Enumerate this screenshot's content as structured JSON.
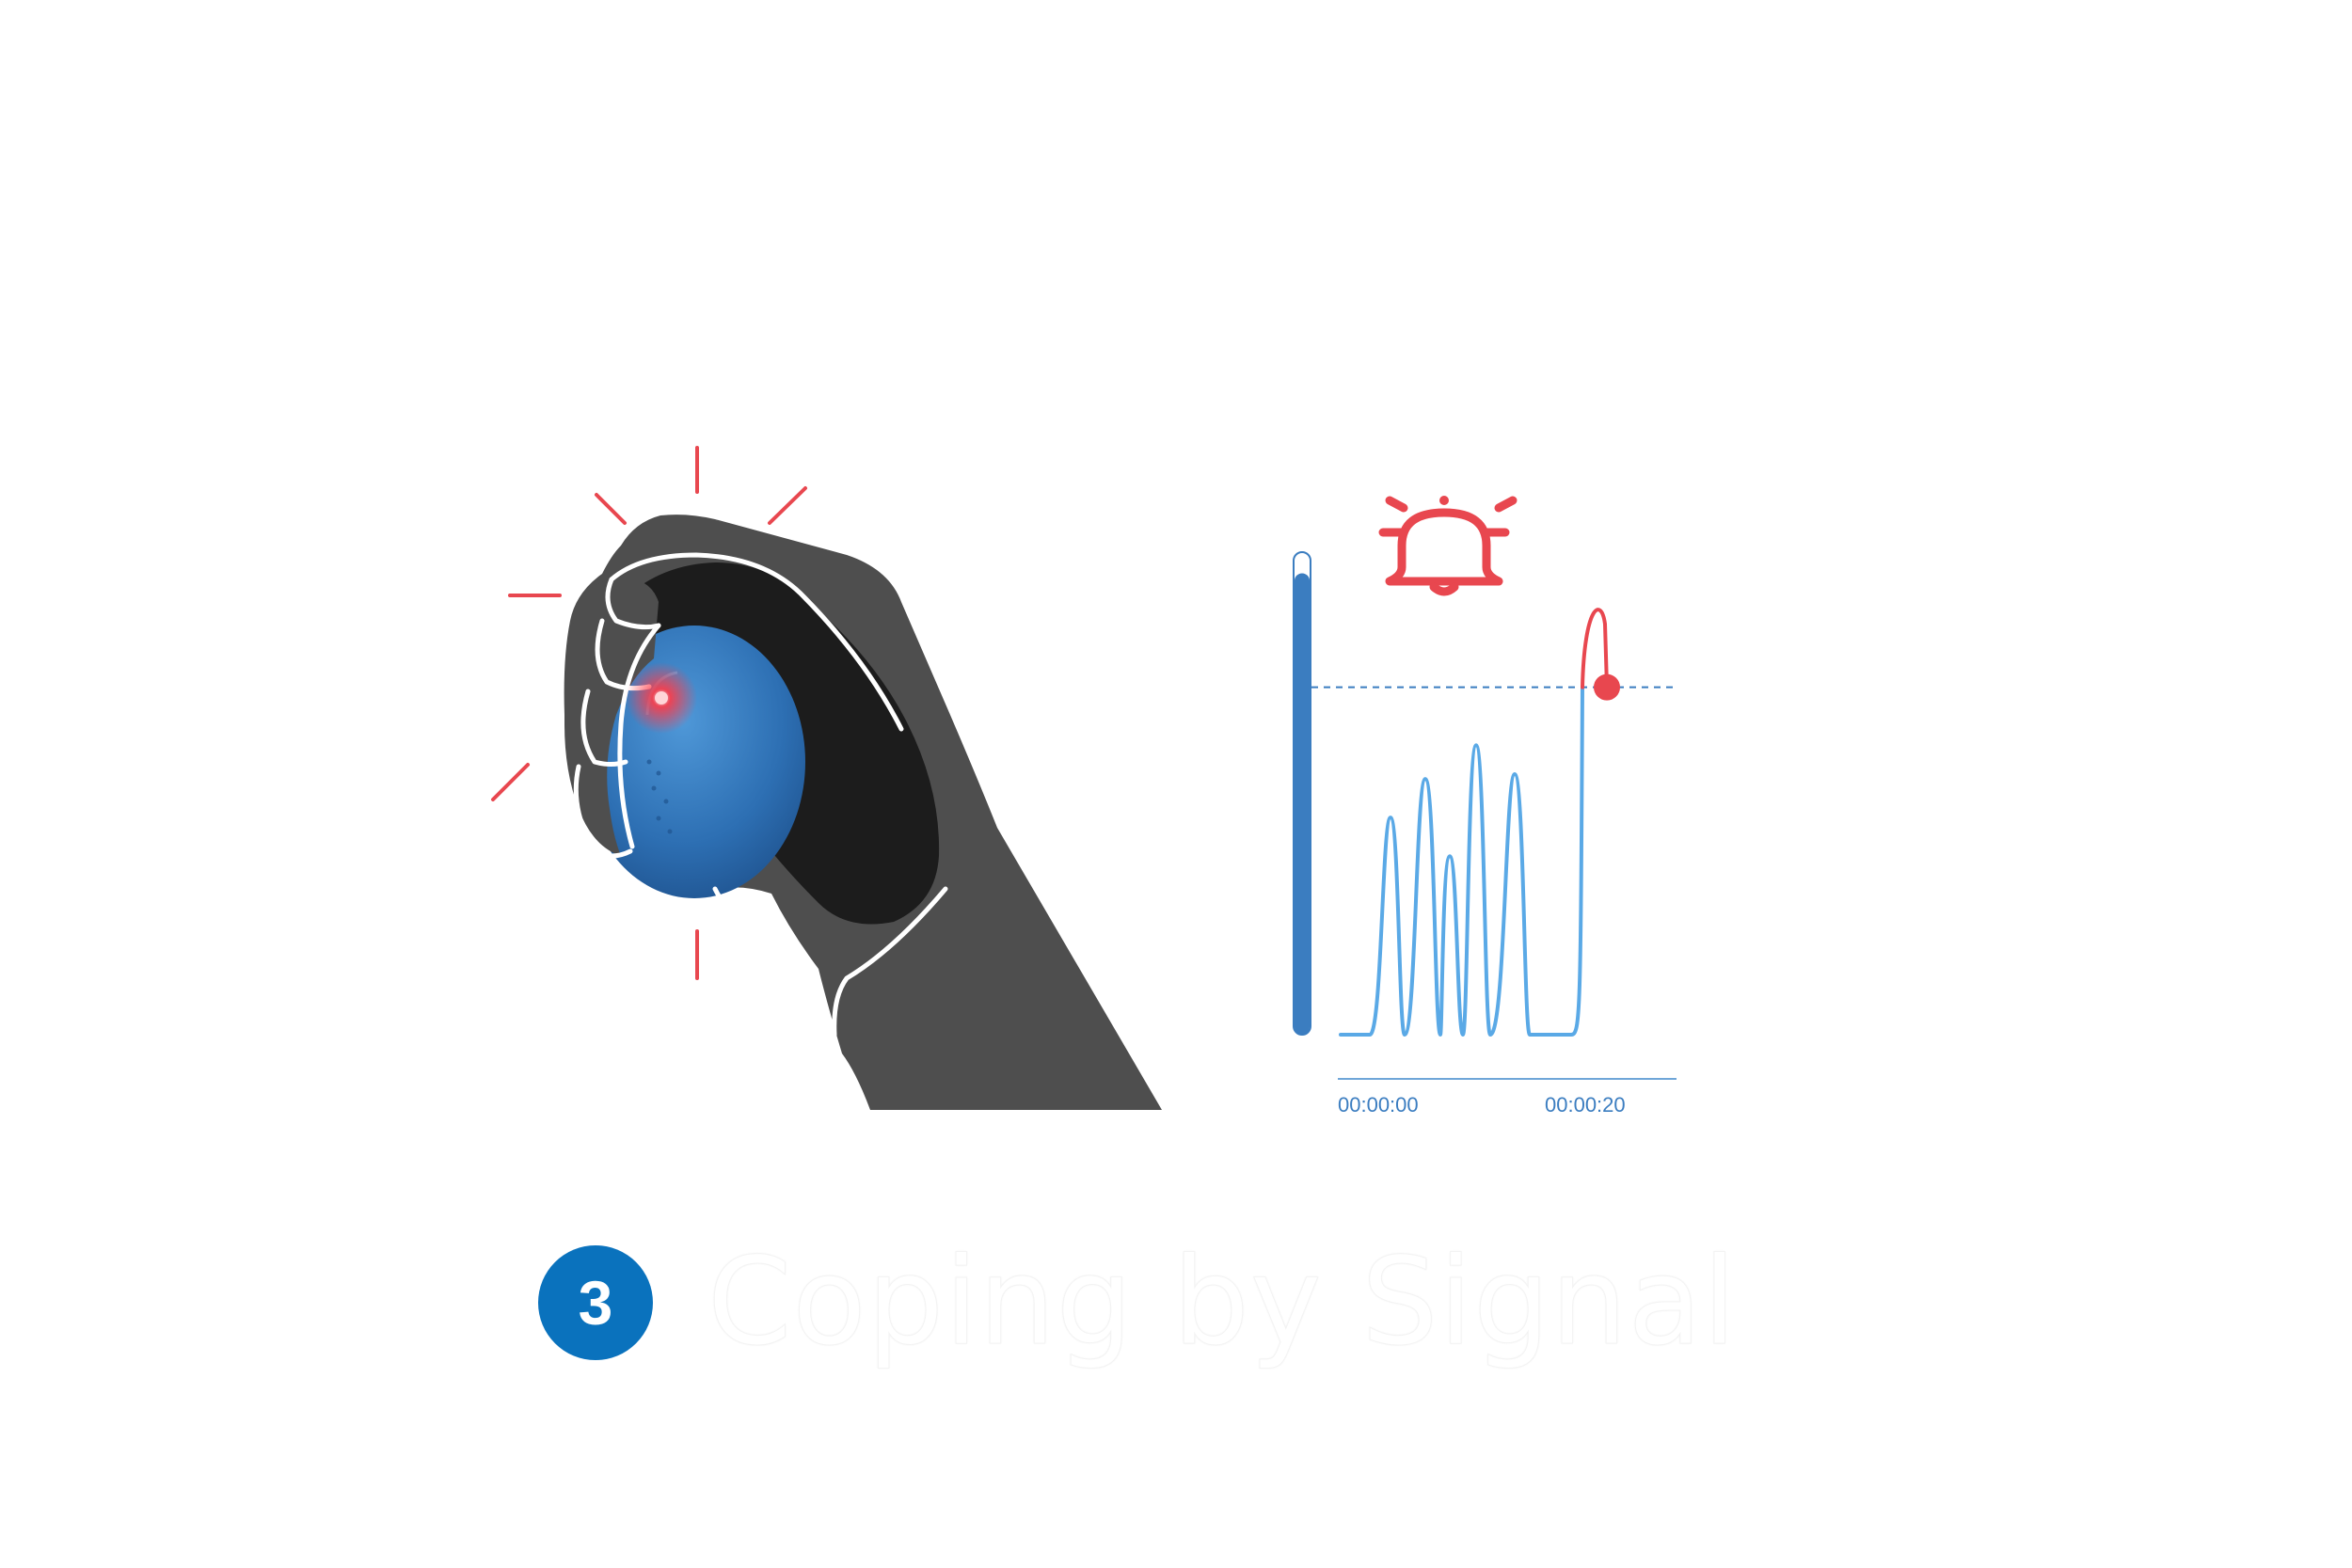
{
  "step": {
    "number": "3",
    "title": "Coping by Signal"
  },
  "illustration": {
    "hand_icon": "hand-squeezing-ball-icon",
    "alert_icon": "bell-alarm-icon"
  },
  "chart_data": {
    "type": "line",
    "x_tick_labels": [
      "00:00:00",
      "00:00:20"
    ],
    "level_gauge": {
      "fill_fraction": 0.96
    },
    "threshold": {
      "style": "dashed",
      "value_fraction": 0.72
    },
    "series": [
      {
        "color": "#5aa9e6",
        "peaks_fraction": [
          0.45,
          0.53,
          0.37,
          0.6,
          0.54
        ]
      },
      {
        "color": "#e8474f",
        "peak_fraction": 0.89,
        "marker_fraction": 0.72
      }
    ]
  },
  "colors": {
    "accent_blue": "#0a72bd",
    "signal_blue": "#5aa9e6",
    "gauge_blue": "#3b7dc0",
    "alert_red": "#e8474f",
    "glove_gray": "#4e4e4e",
    "glove_dark": "#1c1c1c",
    "ball_blue": "#2d6fb3"
  }
}
